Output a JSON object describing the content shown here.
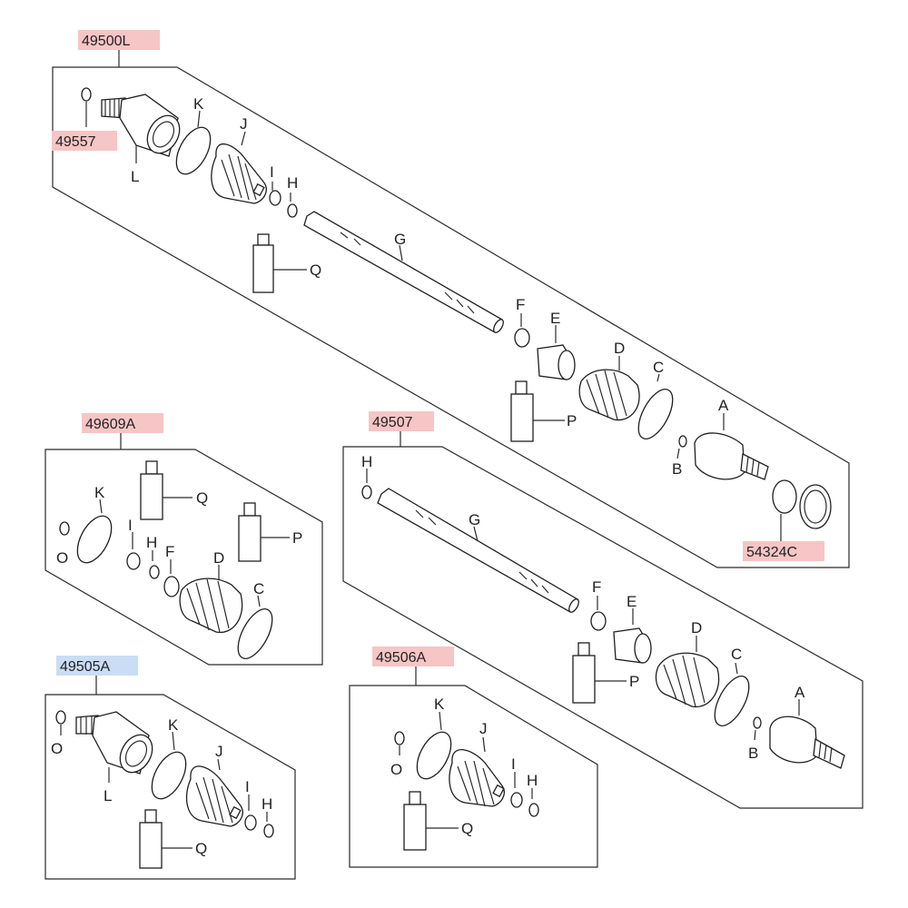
{
  "part_numbers": {
    "main_assembly": "49500L",
    "main_small": "49557",
    "main_ring": "54324C",
    "kit_49609A": "49609A",
    "kit_49507": "49507",
    "kit_49505A": "49505A",
    "kit_49506A": "49506A"
  },
  "letters": {
    "A": "A",
    "B": "B",
    "C": "C",
    "D": "D",
    "E": "E",
    "F": "F",
    "G": "G",
    "H": "H",
    "I": "I",
    "J": "J",
    "K": "K",
    "L": "L",
    "O": "O",
    "P": "P",
    "Q": "Q"
  },
  "colors": {
    "highlight_red": "#f6c5c5",
    "highlight_blue": "#c9ddf5",
    "line": "#222222"
  }
}
